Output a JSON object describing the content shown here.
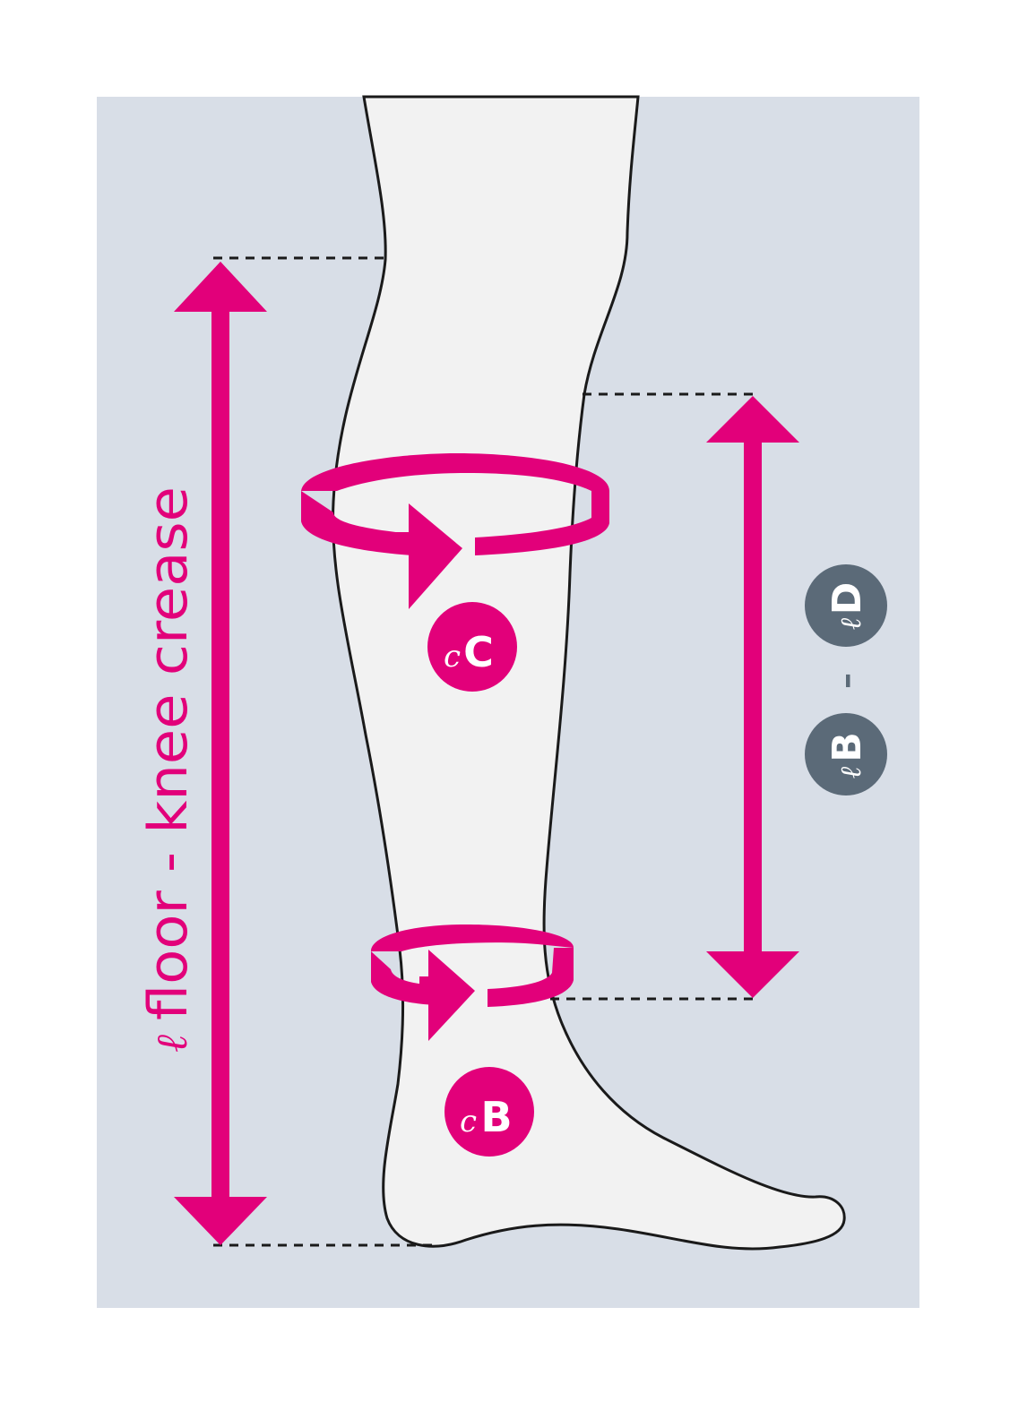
{
  "colors": {
    "background_panel": "#d8dee7",
    "leg_fill": "#f2f2f2",
    "outline": "#1a1a1a",
    "accent_magenta": "#e2007a",
    "badge_gray": "#5b6a78",
    "text_white": "#ffffff"
  },
  "labels": {
    "length_prefix": "ℓ",
    "length_text": "floor - knee crease",
    "calf_prefix": "c",
    "calf_letter": "C",
    "ankle_prefix": "c",
    "ankle_letter": "B",
    "range_prefix_top": "ℓ",
    "range_letter_top": "D",
    "range_dash": "–",
    "range_prefix_bottom": "ℓ",
    "range_letter_bottom": "B"
  }
}
